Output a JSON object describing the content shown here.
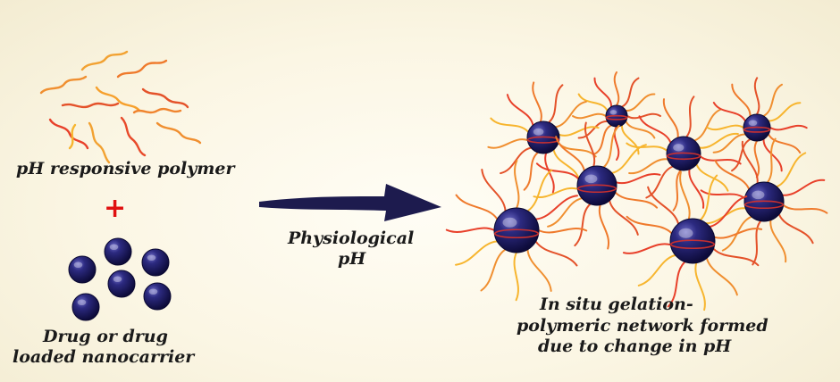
{
  "labels": {
    "polymer": "pH responsive polymer",
    "plus": "+",
    "drug_line1": "Drug or drug",
    "drug_line2": "loaded nanocarrier",
    "arrow_line1": "Physiological",
    "arrow_line2": "pH",
    "network_line1": "In situ gelation-",
    "network_line2": "polymeric network formed",
    "network_line3": "due to change in pH"
  },
  "colors": {
    "background": "#fbf6e4",
    "polymer_chain": "#e4522a",
    "polymer_chain_light": "#f7b52e",
    "nanocarrier": "#1c1a5c",
    "arrow": "#1d1b4e",
    "plus": "#e01010",
    "text": "#1a1a1a"
  }
}
